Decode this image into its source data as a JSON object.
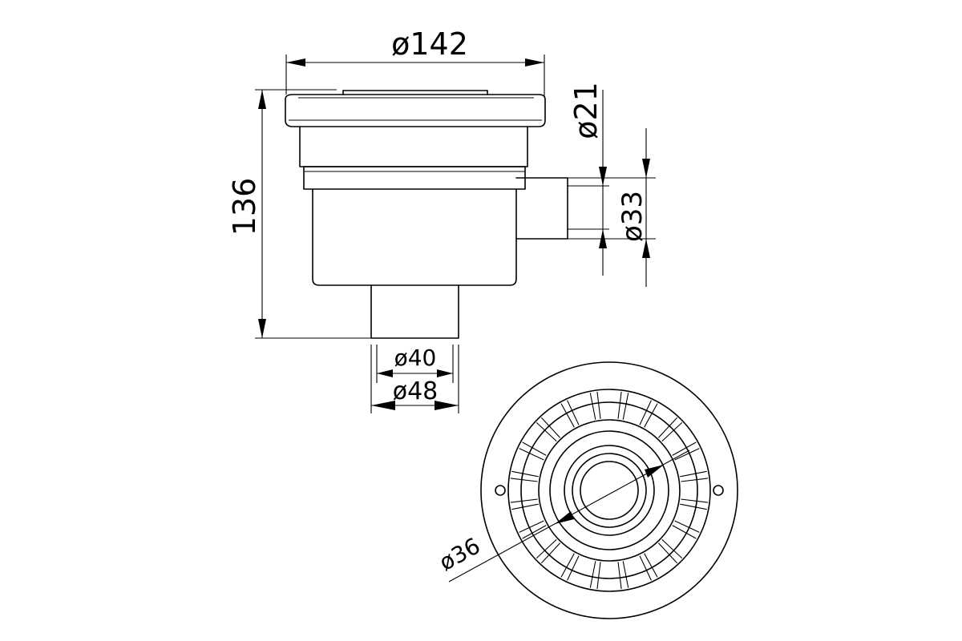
{
  "drawing": {
    "dimensions": {
      "overall_diameter": "ø142",
      "overall_height": "136",
      "side_port_diameter": "ø21",
      "side_port_outer": "ø33",
      "outlet_inner": "ø40",
      "outlet_outer": "ø48",
      "plan_diameter": "ø36"
    },
    "views": [
      "side-elevation",
      "plan"
    ]
  }
}
